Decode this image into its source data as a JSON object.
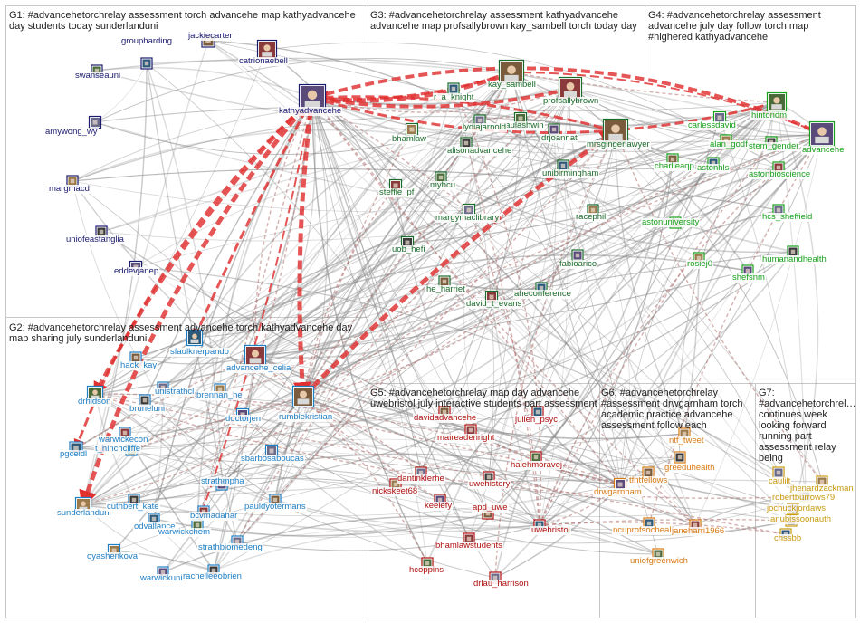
{
  "colors": {
    "G1": "#1a1a6e",
    "G2": "#1f7fc4",
    "G3": "#1b6b2b",
    "G4": "#18a11c",
    "G5": "#b01010",
    "G6": "#d87a12",
    "G7": "#c89a0f",
    "edge": "#8c8c8c",
    "edge_strong": "#e03030",
    "box": "#c8c8c8"
  },
  "groups": {
    "G1": "G1: #advancehetorchrelay assessment torch advancehe map kathyadvancehe day students today sunderlanduni",
    "G2": "G2: #advancehetorchrelay assessment advancehe torch kathyadvancehe day map sharing july sunderlanduni",
    "G3": "G3: #advancehetorchrelay assessment kathyadvancehe advancehe map profsallybrown kay_sambell torch today day",
    "G4": "G4: #advancehetorchrelay assessment advancehe july day follow torch map #highered kathyadvancehe",
    "G5": "G5: #advancehetorchrelay map day advancehe uwebristol july interactive students part assessment",
    "G6": "G6: #advancehetorchrelay #assessment drwgarnham torch academic practice advancehe assessment follow each",
    "G7": "G7: #advancehetorchrel… continues week looking forward running part assessment relay being"
  },
  "nodes": [
    {
      "id": "kathyadvancehe",
      "g": "G1"
    },
    {
      "id": "jackiecarter",
      "g": "G1"
    },
    {
      "id": "groupharding",
      "g": "G1"
    },
    {
      "id": "catrionaebell",
      "g": "G1"
    },
    {
      "id": "swanseauni",
      "g": "G1"
    },
    {
      "id": "amywong_wy",
      "g": "G1"
    },
    {
      "id": "margmacd",
      "g": "G1"
    },
    {
      "id": "uniofeastanglia",
      "g": "G1"
    },
    {
      "id": "eddevjanep",
      "g": "G1"
    },
    {
      "id": "hack_kay",
      "g": "G2"
    },
    {
      "id": "sfaulknerpando",
      "g": "G2"
    },
    {
      "id": "advancehe_celia",
      "g": "G2"
    },
    {
      "id": "drhidson",
      "g": "G2"
    },
    {
      "id": "unistrathcl",
      "g": "G2"
    },
    {
      "id": "brennan_he",
      "g": "G2"
    },
    {
      "id": "bruneluni",
      "g": "G2"
    },
    {
      "id": "doctorjen",
      "g": "G2"
    },
    {
      "id": "rumblekristian",
      "g": "G2"
    },
    {
      "id": "pgceidl",
      "g": "G2"
    },
    {
      "id": "warwickecon",
      "g": "G2"
    },
    {
      "id": "t_hinchcliffe",
      "g": "G2"
    },
    {
      "id": "sbarbosaboucas",
      "g": "G2"
    },
    {
      "id": "sunderlanduni",
      "g": "G2"
    },
    {
      "id": "cuthbert_kate",
      "g": "G2"
    },
    {
      "id": "strathmpha",
      "g": "G2"
    },
    {
      "id": "pauldyotermans",
      "g": "G2"
    },
    {
      "id": "odvallance",
      "g": "G2"
    },
    {
      "id": "bcvmadahar",
      "g": "G2"
    },
    {
      "id": "warwickchem",
      "g": "G2"
    },
    {
      "id": "strathbiomedeng",
      "g": "G2"
    },
    {
      "id": "oyashenkova",
      "g": "G2"
    },
    {
      "id": "rachelleeobrien",
      "g": "G2"
    },
    {
      "id": "warwickuni",
      "g": "G2"
    },
    {
      "id": "kay_sambell",
      "g": "G3"
    },
    {
      "id": "r_a_knight",
      "g": "G3"
    },
    {
      "id": "profsallybrown",
      "g": "G3"
    },
    {
      "id": "paulashwin",
      "g": "G3"
    },
    {
      "id": "lydiajarnold",
      "g": "G3"
    },
    {
      "id": "bhamlaw",
      "g": "G3"
    },
    {
      "id": "alisonadvancehe",
      "g": "G3"
    },
    {
      "id": "drjoannat",
      "g": "G3"
    },
    {
      "id": "mrsgingerlawyer",
      "g": "G3"
    },
    {
      "id": "unibirmingham",
      "g": "G3"
    },
    {
      "id": "steffie_pf",
      "g": "G3"
    },
    {
      "id": "mybcu",
      "g": "G3"
    },
    {
      "id": "margymaclibrary",
      "g": "G3"
    },
    {
      "id": "racephil",
      "g": "G3"
    },
    {
      "id": "uob_hefi",
      "g": "G3"
    },
    {
      "id": "fabioarico",
      "g": "G3"
    },
    {
      "id": "he_harriet",
      "g": "G3"
    },
    {
      "id": "aheconference",
      "g": "G3"
    },
    {
      "id": "david_t_evans",
      "g": "G3"
    },
    {
      "id": "hintondm",
      "g": "G4"
    },
    {
      "id": "carlessdavid",
      "g": "G4"
    },
    {
      "id": "alan_godfre",
      "g": "G4"
    },
    {
      "id": "stem_gender",
      "g": "G4"
    },
    {
      "id": "advancehe",
      "g": "G4"
    },
    {
      "id": "charlieaqp",
      "g": "G4"
    },
    {
      "id": "astonhls",
      "g": "G4"
    },
    {
      "id": "astonbioscience",
      "g": "G4"
    },
    {
      "id": "astonuniversity",
      "g": "G4"
    },
    {
      "id": "hcs_sheffield",
      "g": "G4"
    },
    {
      "id": "rosiej0",
      "g": "G4"
    },
    {
      "id": "humanandhealth",
      "g": "G4"
    },
    {
      "id": "shefsnm",
      "g": "G4"
    },
    {
      "id": "davidadvancehe",
      "g": "G5"
    },
    {
      "id": "julieh_psyc",
      "g": "G5"
    },
    {
      "id": "maireadenright",
      "g": "G5"
    },
    {
      "id": "halehmoravej",
      "g": "G5"
    },
    {
      "id": "dantinklerhe",
      "g": "G5"
    },
    {
      "id": "nickskeet68",
      "g": "G5"
    },
    {
      "id": "uwehistory",
      "g": "G5"
    },
    {
      "id": "keelefy",
      "g": "G5"
    },
    {
      "id": "apd_uwe",
      "g": "G5"
    },
    {
      "id": "uwebristol",
      "g": "G5"
    },
    {
      "id": "bhamlawstudents",
      "g": "G5"
    },
    {
      "id": "hcoppins",
      "g": "G5"
    },
    {
      "id": "drlau_harrison",
      "g": "G5"
    },
    {
      "id": "ntf_tweet",
      "g": "G6"
    },
    {
      "id": "greeduhealth",
      "g": "G6"
    },
    {
      "id": "drwgarnham",
      "g": "G6"
    },
    {
      "id": "tfntfellows",
      "g": "G6"
    },
    {
      "id": "ncuprofsocheal",
      "g": "G6"
    },
    {
      "id": "janeharri1966",
      "g": "G6"
    },
    {
      "id": "uniofgreenwich",
      "g": "G6"
    },
    {
      "id": "caulilt",
      "g": "G7"
    },
    {
      "id": "jhenardzackman",
      "g": "G7"
    },
    {
      "id": "robertburrows79",
      "g": "G7"
    },
    {
      "id": "jochuckjordaws",
      "g": "G7"
    },
    {
      "id": "anubissoonauth",
      "g": "G7"
    },
    {
      "id": "chssbb",
      "g": "G7"
    }
  ]
}
